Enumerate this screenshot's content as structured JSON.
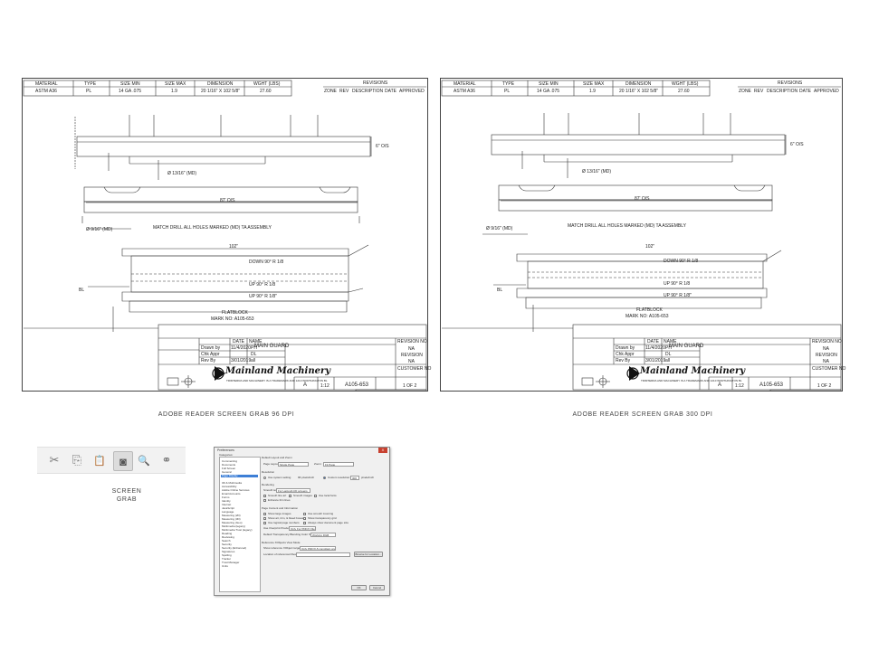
{
  "captions": {
    "left_sheet": "ADOBE READER SCREEN GRAB 96 DPI",
    "right_sheet": "ADOBE READER SCREEN GRAB 300 DPI",
    "toolbar": "SCREEN\nGRAB"
  },
  "drawing": {
    "header_cols": [
      "MATERIAL",
      "TYPE",
      "SIZE MIN",
      "SIZE MAX",
      "DIMENSION",
      "WGHT (LBS)"
    ],
    "header_vals": [
      "ASTM A36",
      "PL",
      "14 GA .075",
      "1.9",
      "20 1/16\" X 102 5/8\"",
      "27.60"
    ],
    "revisions_title": "REVISIONS",
    "revisions_cols": [
      "ZONE",
      "REV",
      "DESCRIPTION",
      "DATE",
      "APPROVED"
    ],
    "dim_overall": "87' O/S",
    "dim_102": "102\"",
    "dim_height": "6\" O/S",
    "note_match_drill": "MATCH DRILL ALL HOLES MARKED (MD) TA ASSEMBLY",
    "hole_callout_1": "Ø 13/16\" (MD)",
    "hole_callout_2": "Ø 9/16\" (MD)",
    "bend_down": "DOWN 90° R 1/8",
    "bend_up_1": "UP 90° R 1/8",
    "bend_up_2": "UP 90° R 1/8\"",
    "bend_up_3": "UP 90° R 1/8",
    "bend_up_4": "UP 90° R 1/8",
    "bl_label": "BL",
    "part_name": "FLATBLOCK",
    "mark_no": "MARK NO: A105-653",
    "title_drawing": "MAIN GUARD",
    "tb_rows": [
      [
        "Drawn by",
        "11/4/2020",
        "PH"
      ],
      [
        "Chk Appr",
        "",
        "DL"
      ],
      [
        "Rev By",
        "3/01/2019",
        "all"
      ]
    ],
    "tb_date_label": "DATE",
    "tb_name_label": "NAME",
    "tb_proj_label": "PROJECT",
    "tb_client_label": "CLIENT",
    "tb_sheet_label": "SHEET",
    "tb_drawn_label": "DRAWING NO",
    "tb_scale_label": "SCALE",
    "tb_size_label": "SIZE",
    "tb_page_label": "PAGE",
    "drawing_no": "A105-653",
    "size": "A",
    "scale": "1:12",
    "page": "1 OF 2",
    "zones": [
      "S",
      "X",
      "F",
      "X",
      "M",
      "X"
    ],
    "company": "Mainland Machinery",
    "company_sub": "TRIMTERRA AND MACHINERY IS A TRADEMARK AND 1210 WORTHINGTON BL",
    "right_block": [
      "REVISION NO",
      "NA",
      "REVISION",
      "NA",
      "CUSTOMER NO"
    ]
  },
  "toolbar": {
    "tools": [
      {
        "name": "scissors-icon",
        "glyph": "✂"
      },
      {
        "name": "copy-format-icon",
        "glyph": "⎘"
      },
      {
        "name": "clipboard-icon",
        "glyph": "📋"
      },
      {
        "name": "camera-icon",
        "glyph": "◙"
      },
      {
        "name": "magnifier-icon",
        "glyph": "🔍"
      },
      {
        "name": "binoculars-icon",
        "glyph": "⚭"
      }
    ]
  },
  "prefs_dialog": {
    "title": "Preferences",
    "close": "X",
    "categories_label": "Categories:",
    "categories": [
      "Commenting",
      "Documents",
      "Full Screen",
      "General",
      "Page Display",
      "",
      "3D & Multimedia",
      "Accessibility",
      "Adobe Online Services",
      "Email Accounts",
      "Forms",
      "Identity",
      "Internet",
      "JavaScript",
      "Language",
      "Measuring (2D)",
      "Measuring (3D)",
      "Measuring (Geo)",
      "Multimedia (legacy)",
      "Multimedia Trust (legacy)",
      "Reading",
      "Reviewing",
      "Search",
      "Security",
      "Security (Enhanced)",
      "Signatures",
      "Spelling",
      "Tracker",
      "Trust Manager",
      "Units"
    ],
    "selected_category": "Page Display",
    "sections": {
      "default_layout": "Default Layout and Zoom",
      "page_layout_label": "Page Layout:",
      "page_layout_value": "Single Page",
      "zoom_label": "Zoom:",
      "zoom_value": "Fit Page",
      "resolution": "Resolution",
      "use_system": "Use system setting",
      "system_val": "96 pixels/inch",
      "custom_res": "Custom resolution:",
      "custom_val": "300",
      "custom_unit": "pixels/inch",
      "rendering": "Rendering",
      "smooth_text": "Smooth text:",
      "smooth_text_val": "For Laptop/LCD screens",
      "smooth_line": "Smooth line art",
      "smooth_images": "Smooth images",
      "use_local_fonts": "Use local fonts",
      "enhance_thin": "Enhance thin lines",
      "page_content": "Page Content and Information",
      "show_large": "Show large images",
      "use_smooth": "Use smooth zooming",
      "show_art": "Show art, trim, & bleed boxes",
      "show_transparency": "Show transparency grid",
      "use_logical": "Use logical page numbers",
      "always_show": "Always show document page size",
      "use_overprint": "Use Overprint Preview:",
      "use_overprint_val": "Only For PDF/X Files",
      "default_transp": "Default Transparency Blending Color Space:",
      "default_transp_val": "Working RGB",
      "ref_xobjects": "Reference XObjects View Mode",
      "show_ref": "Show reference XObject targets:",
      "show_ref_val": "Only PDF/X-5 compliant ones",
      "location": "Location of referenced files:",
      "browse": "Browse for Location...",
      "ok": "OK",
      "cancel": "Cancel"
    }
  }
}
